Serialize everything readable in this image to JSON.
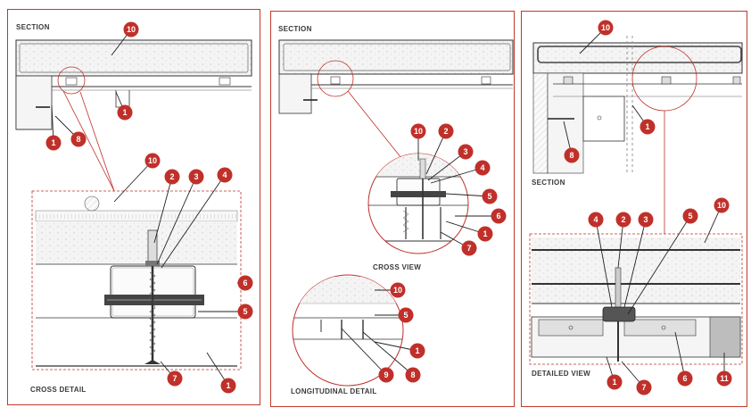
{
  "panels": {
    "left": {
      "section_label": "SECTION",
      "detail_label": "CROSS DETAIL"
    },
    "middle": {
      "section_label": "SECTION",
      "cross_view_label": "CROSS VIEW",
      "longitudinal_label": "LONGITUDINAL DETAIL"
    },
    "right": {
      "section_label": "SECTION",
      "detailed_view_label": "DETAILED VIEW"
    }
  },
  "colors": {
    "accent": "#c0302a",
    "line": "#333333",
    "concrete": "#f2f2f2"
  },
  "callouts": {
    "p1": [
      "10",
      "1",
      "1",
      "8",
      "10",
      "2",
      "3",
      "4",
      "6",
      "5",
      "7",
      "1"
    ],
    "p2": [
      "10",
      "2",
      "3",
      "4",
      "5",
      "6",
      "1",
      "7",
      "10",
      "5",
      "1",
      "9",
      "8"
    ],
    "p3": [
      "10",
      "1",
      "8",
      "4",
      "2",
      "3",
      "5",
      "10",
      "1",
      "7",
      "6",
      "11"
    ]
  }
}
